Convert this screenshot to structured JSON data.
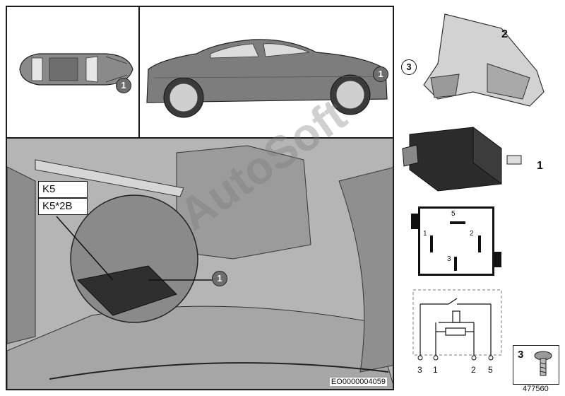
{
  "diagram": {
    "callouts": {
      "relay_part": "1",
      "bracket_part": "2",
      "screw_part": "3",
      "location_marker": "1"
    },
    "location_labels": [
      "K5",
      "K5*2B"
    ],
    "relay_pins": {
      "top": "5",
      "left": "1",
      "right": "2",
      "bottom": "3"
    },
    "circuit_pins": [
      "3",
      "1",
      "2",
      "5"
    ],
    "watermark": "AutoSoft",
    "drawing_number": "EO0000004059",
    "catalog_number": "477560"
  }
}
